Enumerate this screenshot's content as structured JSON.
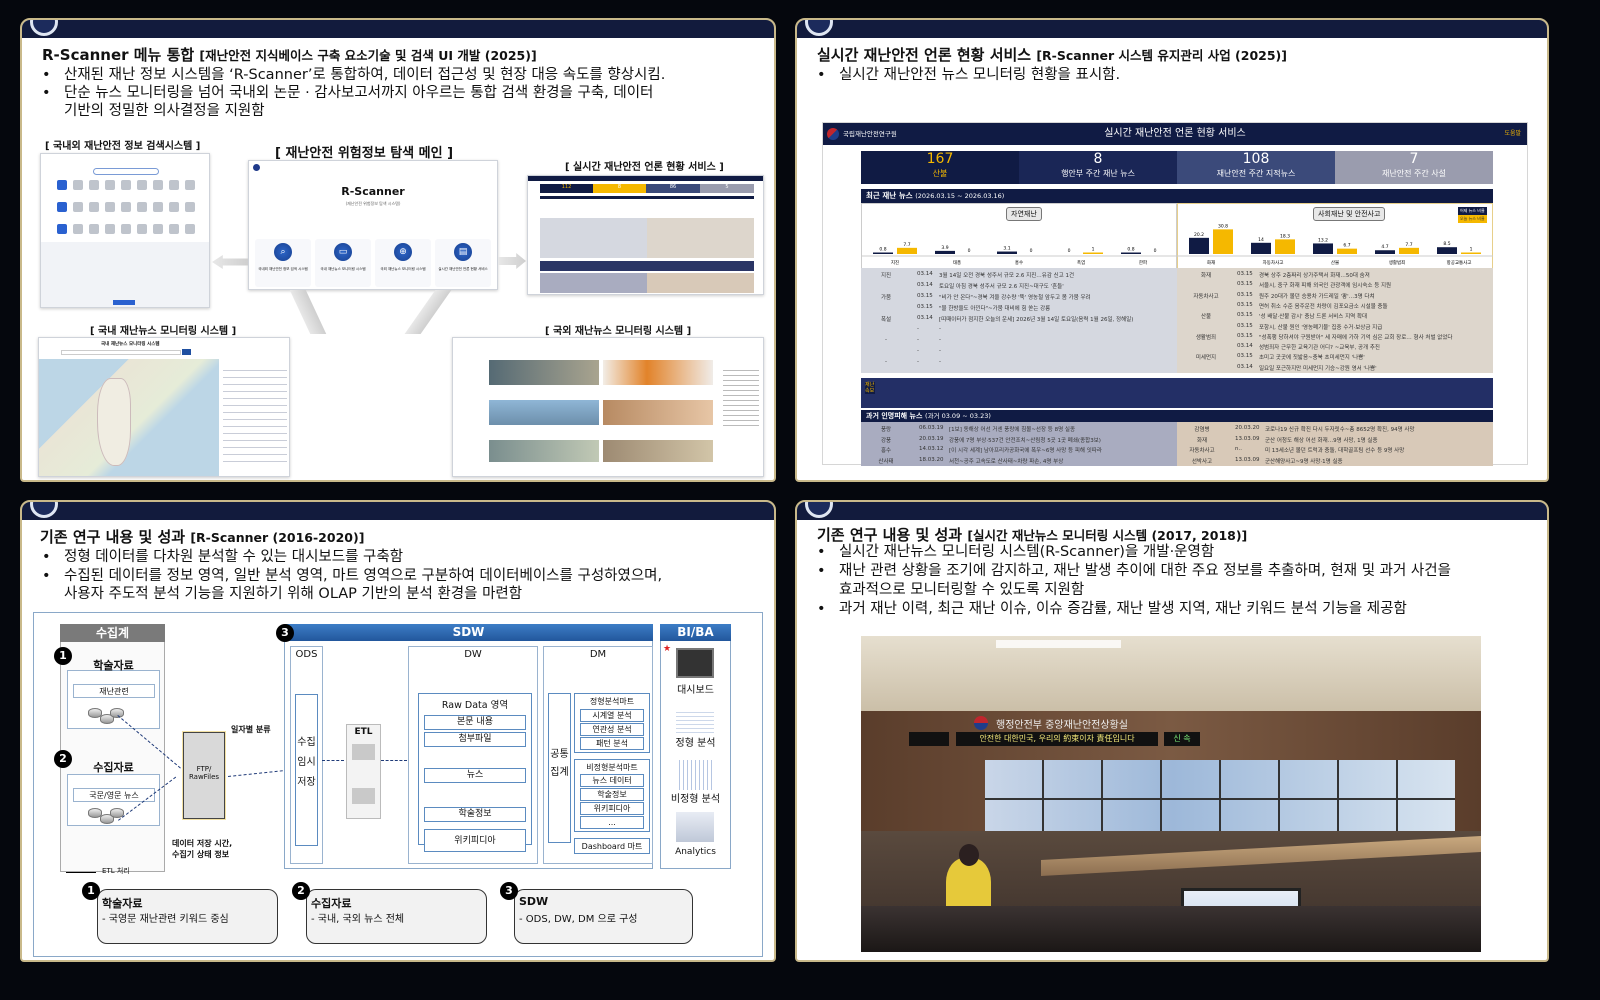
{
  "panel1": {
    "title": "R-Scanner 메뉴 통합",
    "subtitle": "[재난안전 지식베이스 구축 요소기술 및 검색 UI 개발 (2025)]",
    "bullets": [
      "산재된 재난 정보 시스템을 ‘R-Scanner’로 통합하여, 데이터 접근성 및 현장 대응 속도를 향상시킴.",
      "단순 뉴스 모니터링을 넘어 국내외 논문 · 감사보고서까지 아우르는 통합 검색 환경을 구축, 데이터",
      "기반의 정밀한 의사결정을 지원함"
    ],
    "captions": {
      "search": "[ 국내외 재난안전 정보 검색시스템 ]",
      "main": "[ 재난안전 위험정보 탐색 메인 ]",
      "realtime": "[ 실시간 재난안전 언론 현황 서비스 ]",
      "domestic": "[ 국내 재난뉴스 모니터링 시스템 ]",
      "foreign": "[ 국외 재난뉴스 모니터링 시스템 ]"
    },
    "main_screen": {
      "title": "R-Scanner",
      "subtitle": "(재난안전 위험정보 탐색 시스템)",
      "cards": [
        "국내외 재난안전 정보 검색 시스템",
        "국내 재난뉴스 모니터링 시스템",
        "국외 재난뉴스 모니터링 시스템",
        "실시간 재난안전 언론 현황 서비스"
      ],
      "card_icons": [
        "search-icon",
        "tv-icon",
        "globe-icon",
        "newspaper-icon"
      ]
    },
    "domestic_screen": {
      "title": "국내 재난뉴스 모니터링 시스템"
    },
    "mini_stats": [
      "112",
      "8",
      "86",
      "5"
    ]
  },
  "panel2": {
    "title": "실시간 재난안전 언론 현황 서비스",
    "subtitle": "[R-Scanner 시스템 유지관리 사업 (2025)]",
    "bullets": [
      "실시간 재난안전 뉴스 모니터링 현황을 표시함."
    ],
    "dashboard": {
      "org": "국립재난안전연구원",
      "title": "실시간 재난안전 언론 현황 서비스",
      "help": "도움말",
      "stats": [
        {
          "value": "167",
          "label": "산불"
        },
        {
          "value": "8",
          "label": "행안부 주간 재난 뉴스"
        },
        {
          "value": "108",
          "label": "재난안전 주간 지적뉴스"
        },
        {
          "value": "7",
          "label": "재난안전 주간 사설"
        }
      ],
      "recent_title": "최근 재난 뉴스",
      "recent_range": "(2026.03.15 ~ 2026.03.16)",
      "natural_label": "자연재난",
      "social_label": "사회재난 및 안전사고",
      "legend": [
        "어제 뉴스 비율",
        "오늘 뉴스 비율"
      ],
      "natural_news": [
        {
          "cat": "지진",
          "date": "03.14",
          "text": "3월 14일 오전 경북 성주서 규모 2.6 지진…유감 신고 1건"
        },
        {
          "cat": "",
          "date": "03.14",
          "text": "토요일 아침 경북 성주서 규모 2.6 지진~대구도 '흔들'"
        },
        {
          "cat": "가뭄",
          "date": "03.15",
          "text": "\"비가 안 온다\"~경북 겨울 강수량 '뚝' 영농철 앞두고 봄 가뭄 우려"
        },
        {
          "cat": "",
          "date": "03.15",
          "text": "\"물 한방울도 아낀다\"~가뭄 대비에 힘 쏟는 강릉"
        },
        {
          "cat": "폭설",
          "date": "03.14",
          "text": "[띠때이터가 점지한 오늘의 운세] 2026년 3월 14일 토요일(음력 1월 26일, 정해일)"
        },
        {
          "cat": "",
          "date": "-",
          "text": "-"
        },
        {
          "cat": "-",
          "date": "-",
          "text": "-"
        },
        {
          "cat": "",
          "date": "-",
          "text": "-"
        },
        {
          "cat": "-",
          "date": "-",
          "text": "-"
        }
      ],
      "social_news": [
        {
          "cat": "화재",
          "date": "03.15",
          "text": "경북 상주 2층짜리 상가주택서 화재…50대 숨져"
        },
        {
          "cat": "",
          "date": "03.15",
          "text": "서울시, 중구 화재 피해 외국인 관광객에 임시숙소 등 지원"
        },
        {
          "cat": "자동차사고",
          "date": "03.15",
          "text": "원주 20대가 몰던 승용차 가드레일 '쾅'…3명 다쳐"
        },
        {
          "cat": "",
          "date": "03.15",
          "text": "면허 취소 수준 음주운전 차량이 김포요금소 시설물 충돌"
        },
        {
          "cat": "산불",
          "date": "03.15",
          "text": "'성 배달·산불 감시' 충남 드론 서비스 지역 확대"
        },
        {
          "cat": "",
          "date": "03.15",
          "text": "포항시, 산불 원인 '영농폐기물' 집중 수거·보상금 지급"
        },
        {
          "cat": "생활범죄",
          "date": "03.15",
          "text": "\"성폭행 당하셔야 구원받아\" 세 자매에 가하 기억 심은 교회 장로… 형사 처벌 없었다"
        },
        {
          "cat": "",
          "date": "03.14",
          "text": "성범죄자 근무한 교육기관 어디? ~교육부, 공개 추진"
        },
        {
          "cat": "미세먼지",
          "date": "03.15",
          "text": "초미고 곳곳에 짓밟음~충북 초미세먼지 '나쁨'"
        },
        {
          "cat": "",
          "date": "03.14",
          "text": "일요일 포근하지만 미세먼지 기승~강원 영서 '나쁨'"
        }
      ],
      "flash_label": "재난속보",
      "past_title": "과거 인명피해 뉴스",
      "past_range": "(과거 03.09 ~ 03.23)",
      "past_left": [
        {
          "cat": "풍랑",
          "date": "06.03.19",
          "text": "[1보] 동해상 어선 거센 풍랑에 침몰~선장 등 8명 실종"
        },
        {
          "cat": "강풍",
          "date": "20.03.19",
          "text": "강풍에 7명 부상·537건 안전조치~산림청 5곳 1곳 폐쇄(종합3보)"
        },
        {
          "cat": "홍수",
          "date": "14.03.12",
          "text": "[이 시각 세계] 남아프리카공화국에 폭우~6명 사망 등 피해 잇따라"
        },
        {
          "cat": "산사태",
          "date": "18.03.20",
          "text": "서천~공주 고속도로 산사태~차량 파손, 4명 부상"
        }
      ],
      "past_right": [
        {
          "cat": "감염병",
          "date": "20.03.20",
          "text": "코로나19 신규 확진 다시 두자릿수~총 8652명 확진, 94명 사망"
        },
        {
          "cat": "화재",
          "date": "13.03.09",
          "text": "군산 어청도 해상 어선 화재…9명 사망, 1명 실종"
        },
        {
          "cat": "자동차사고",
          "date": "n..",
          "text": "미 13세소년 몰던 트럭과 충돌, 대학골프팀 선수 등 9명 사망"
        },
        {
          "cat": "선박사고",
          "date": "13.03.09",
          "text": "군산해양사고~9명 사망·1명 실종"
        }
      ]
    }
  },
  "chart_data": [
    {
      "type": "bar",
      "title": "자연재난",
      "categories": [
        "지진",
        "태풍",
        "홍수",
        "폭염",
        "한파"
      ],
      "series": [
        {
          "name": "어제 뉴스 비율",
          "values": [
            0.8,
            3.9,
            3.1,
            0,
            0.8
          ]
        },
        {
          "name": "오늘 뉴스 비율",
          "values": [
            7.7,
            0,
            0,
            1,
            0
          ]
        }
      ]
    },
    {
      "type": "bar",
      "title": "사회재난 및 안전사고",
      "categories": [
        "화재",
        "자동차사고",
        "산불",
        "생활범죄",
        "항공교통사고"
      ],
      "series": [
        {
          "name": "어제 뉴스 비율",
          "values": [
            20.2,
            14,
            13.2,
            4.7,
            8.5
          ]
        },
        {
          "name": "오늘 뉴스 비율",
          "values": [
            30.8,
            18.3,
            6.7,
            7.7,
            1
          ]
        }
      ]
    }
  ],
  "panel3": {
    "title": "기존 연구 내용 및 성과",
    "subtitle": "[R-Scanner (2016-2020)]",
    "bullets": [
      "정형 데이터를 다차원 분석할 수 있는 대시보드를 구축함",
      "수집된 데이터를 정보 영역, 일반 분석 영역, 마트 영역으로 구분하여 데이터베이스를 구성하였으며,",
      "사용자 주도적 분석 기능을 지원하기 위해 OLAP 기반의 분석 환경을 마련함"
    ],
    "diagram": {
      "collect": "수집계",
      "academic": "학술자료",
      "academic_sub": "재난관련",
      "gathered": "수집자료",
      "gathered_sub": "국문/영문 뉴스",
      "ftp": "FTP/\nRawFiles",
      "daily": "일자별 분류",
      "ftp_note": "데이터 저장 시간,\n수집기 상태 정보",
      "sdw": "SDW",
      "ods": "ODS",
      "ods_store": "수집\n임시\n저장",
      "etl": "ETL",
      "dw": "DW",
      "raw": "Raw Data 영역",
      "dw_items": [
        "본문 내용",
        "첨부파일",
        "뉴스",
        "학술정보",
        "위키피디아"
      ],
      "dm": "DM",
      "common": "공통\n집계",
      "structured": "정형분석마트",
      "structured_items": [
        "시계열 분석",
        "연관성 분석",
        "패턴 분석"
      ],
      "unstructured": "비정형분석마트",
      "unstructured_items": [
        "뉴스 데이터",
        "학술정보",
        "위키피디아",
        "..."
      ],
      "dashboard_mart": "Dashboard 마트",
      "bi": "BI/BA",
      "bi_items": [
        "대시보드",
        "정형 분석",
        "비정형 분석",
        "Analytics"
      ],
      "legend": "ETL 처리",
      "nums": [
        "1",
        "2",
        "3"
      ],
      "notes": [
        {
          "title": "학술자료",
          "text": "- 국영문 재난관련 키워드 중심"
        },
        {
          "title": "수집자료",
          "text": "- 국내, 국외 뉴스 전체"
        },
        {
          "title": "SDW",
          "text": "-   ODS, DW, DM 으로 구성"
        }
      ]
    }
  },
  "panel4": {
    "title": "기존 연구 내용 및 성과",
    "subtitle": "[실시간 재난뉴스 모니터링 시스템 (2017, 2018)]",
    "bullets": [
      "실시간 재난뉴스 모니터링 시스템(R-Scanner)을 개발·운영함",
      "재난 관련 상황을 조기에 감지하고, 재난 발생 추이에 대한 주요 정보를 추출하며, 현재 및 과거 사건을",
      "효과적으로 모니터링할 수 있도록 지원함",
      "과거 재난 이력, 최근 재난 이슈, 이슈 증감률, 재난 발생 지역, 재난 키워드 분석 기능을 제공함"
    ],
    "photo": {
      "sign": "행정안전부 중앙재난안전상황실",
      "ticker": "안전한 대한민국, 우리의 約束이자 責任입니다",
      "ticker_end": "신 속"
    }
  },
  "colors": {
    "navy": "#101b44",
    "gold": "#f5b800",
    "slate": "#3b4a7a",
    "gray": "#9a9cae",
    "blue": "#2e6db4",
    "tan": "#c9b98a"
  }
}
